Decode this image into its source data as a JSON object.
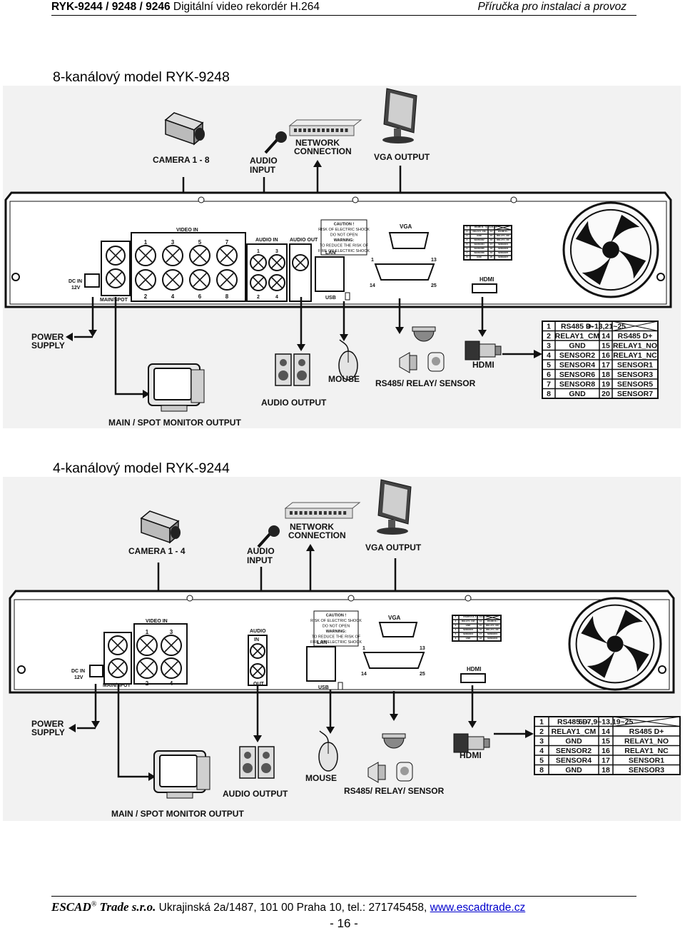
{
  "header": {
    "model_code": "RYK-9244 / 9248 / 9246",
    "product": "Digitální video rekordér H.264",
    "manual": "Příručka pro instalaci a provoz"
  },
  "section1": {
    "title": "8-kanálový model RYK-9248",
    "labels": {
      "camera": "CAMERA 1 - 8",
      "audio_input": [
        "AUDIO",
        "INPUT"
      ],
      "network": [
        "NETWORK",
        "CONNECTION"
      ],
      "vga_output": "VGA OUTPUT",
      "power_supply": [
        "POWER",
        "SUPPLY"
      ],
      "audio_output": "AUDIO OUTPUT",
      "mouse": "MOUSE",
      "rs485": "RS485/ RELAY/ SENSOR",
      "hdmi": "HDMI",
      "monitor": "MAIN / SPOT MONITOR OUTPUT"
    },
    "panel": {
      "video_in": "VIDEO IN",
      "audio_in": "AUDIO IN",
      "audio_out": "AUDIO OUT",
      "caution": [
        "CAUTION !",
        "RISK OF ELECTRIC SHOCK",
        "DO NOT OPEN",
        "WARNING:",
        "TO REDUCE THE RISK OF",
        "FIRE OR ELECTRIC SHOCK"
      ],
      "vga": "VGA",
      "lan": "LAN",
      "usb": "USB",
      "hdmi": "HDMI",
      "dc_in": [
        "DC IN",
        "12V"
      ],
      "main_spot": "MAIN/SPOT",
      "video_top_nums": [
        "1",
        "3",
        "5",
        "7"
      ],
      "video_bottom_nums": [
        "2",
        "4",
        "6",
        "8"
      ],
      "audio_top_nums": [
        "1",
        "3"
      ],
      "audio_bottom_nums": [
        "2",
        "4"
      ],
      "db25_nums": [
        "1",
        "13",
        "14",
        "25"
      ]
    },
    "pin_table": [
      [
        "1",
        "RS485 D-",
        "9~13,21~25",
        ""
      ],
      [
        "2",
        "RELAY1_CM",
        "14",
        "RS485 D+"
      ],
      [
        "3",
        "GND",
        "15",
        "RELAY1_NO"
      ],
      [
        "4",
        "SENSOR2",
        "16",
        "RELAY1_NC"
      ],
      [
        "5",
        "SENSOR4",
        "17",
        "SENSOR1"
      ],
      [
        "6",
        "SENSOR6",
        "18",
        "SENSOR3"
      ],
      [
        "7",
        "SENSOR8",
        "19",
        "SENSOR5"
      ],
      [
        "8",
        "GND",
        "20",
        "SENSOR7"
      ]
    ]
  },
  "section2": {
    "title": "4-kanálový model RYK-9244",
    "labels": {
      "camera": "CAMERA 1 - 4",
      "audio_input": [
        "AUDIO",
        "INPUT"
      ],
      "network": [
        "NETWORK",
        "CONNECTION"
      ],
      "vga_output": "VGA OUTPUT",
      "power_supply": [
        "POWER",
        "SUPPLY"
      ],
      "audio_output": "AUDIO OUTPUT",
      "mouse": "MOUSE",
      "rs485": "RS485/ RELAY/ SENSOR",
      "hdmi": "HDMI",
      "monitor": "MAIN / SPOT MONITOR OUTPUT"
    },
    "panel": {
      "video_in": "VIDEO IN",
      "audio": "AUDIO",
      "in": "IN",
      "out": "OUT",
      "caution": [
        "CAUTION !",
        "RISK OF ELECTRIC SHOCK",
        "DO NOT OPEN",
        "WARNING:",
        "TO REDUCE THE RISK OF",
        "FIRE OR ELECTRIC SHOCK"
      ],
      "vga": "VGA",
      "lan": "LAN",
      "usb": "USB",
      "hdmi": "HDMI",
      "dc_in": [
        "DC IN",
        "12V"
      ],
      "main_spot": "MAIN/SPOT",
      "video_top_nums": [
        "1",
        "3"
      ],
      "video_bottom_nums": [
        "2",
        "4"
      ],
      "db25_nums": [
        "1",
        "13",
        "14",
        "25"
      ]
    },
    "pin_table": [
      [
        "1",
        "RS485 D-",
        "6~7,9~13,19~25",
        ""
      ],
      [
        "2",
        "RELAY1_CM",
        "14",
        "RS485 D+"
      ],
      [
        "3",
        "GND",
        "15",
        "RELAY1_NO"
      ],
      [
        "4",
        "SENSOR2",
        "16",
        "RELAY1_NC"
      ],
      [
        "5",
        "SENSOR4",
        "17",
        "SENSOR1"
      ],
      [
        "8",
        "GND",
        "18",
        "SENSOR3"
      ]
    ]
  },
  "footer": {
    "company": "ESCAD",
    "reg": "®",
    "company_rest": "Trade s.r.o.",
    "address": "Ukrajinská 2a/1487, 101 00 Praha 10, tel.: 271745458,",
    "website": "www.escadtrade.cz",
    "page": "- 16 -"
  }
}
